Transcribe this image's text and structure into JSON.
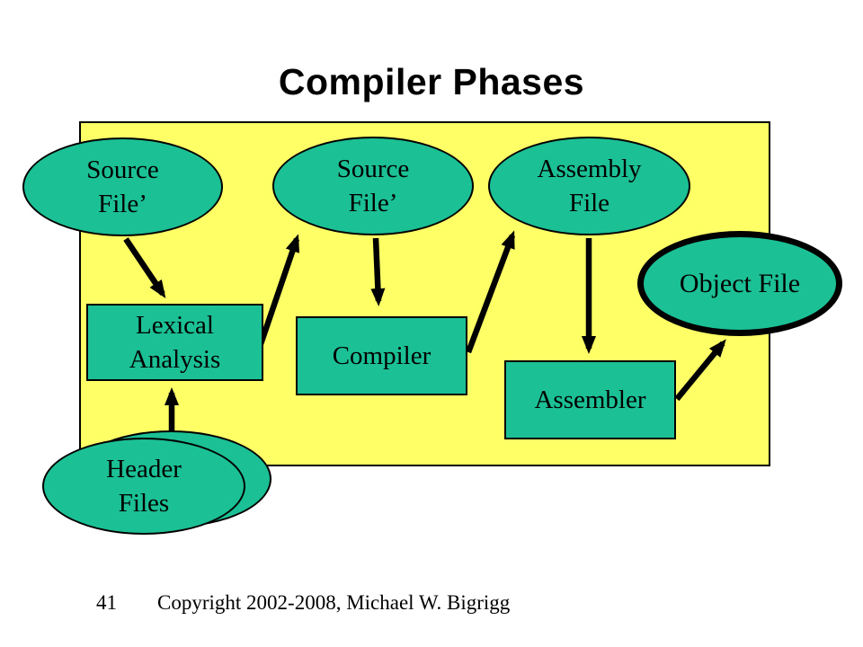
{
  "title": "Compiler Phases",
  "colors": {
    "node_fill": "#1cc095",
    "panel_fill": "#ffff66",
    "arrow_color": "#000000"
  },
  "nodes": {
    "source_file_1": {
      "line1": "Source",
      "line2": "File’"
    },
    "source_file_2": {
      "line1": "Source",
      "line2": "File’"
    },
    "assembly_file": {
      "line1": "Assembly",
      "line2": "File"
    },
    "object_file": {
      "label": "Object File"
    },
    "lexical_analysis": {
      "line1": "Lexical",
      "line2": "Analysis"
    },
    "compiler": {
      "label": "Compiler"
    },
    "assembler": {
      "label": "Assembler"
    },
    "header_files": {
      "line1": "Header",
      "line2": "Files"
    }
  },
  "footer": {
    "page_number": "41",
    "copyright": "Copyright 2002-2008, Michael W. Bigrigg"
  }
}
